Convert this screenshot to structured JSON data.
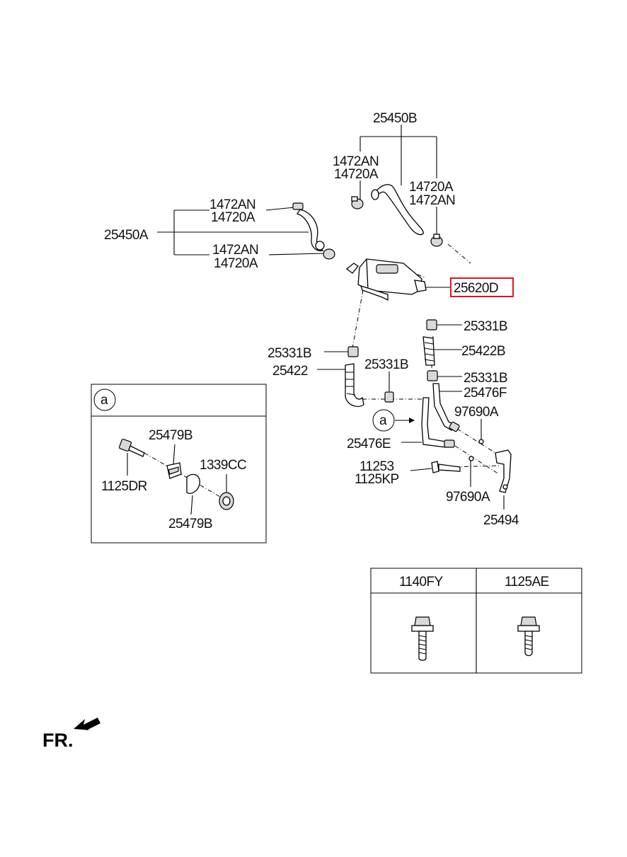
{
  "labels": {
    "l_25450B": "25450B",
    "l_1472AN_tl": "1472AN",
    "l_14720A_tl": "14720A",
    "l_14720A_tr": "14720A",
    "l_1472AN_tr": "1472AN",
    "l_1472AN_ml": "1472AN",
    "l_14720A_ml": "14720A",
    "l_25450A": "25450A",
    "l_1472AN_ll": "1472AN",
    "l_14720A_ll": "14720A",
    "l_25620D": "25620D",
    "l_25331B_r1": "25331B",
    "l_25422B": "25422B",
    "l_25331B_l": "25331B",
    "l_25422": "25422",
    "l_25331B_c": "25331B",
    "l_25331B_r2": "25331B",
    "l_25476F": "25476F",
    "l_97690A_t": "97690A",
    "l_a_ref": "a",
    "l_25476E": "25476E",
    "l_11253": "11253",
    "l_1125KP": "1125KP",
    "l_97690A_b": "97690A",
    "l_25494": "25494"
  },
  "detail_box": {
    "circle_label": "a",
    "l_25479B_t": "25479B",
    "l_1339CC": "1339CC",
    "l_1125DR": "1125DR",
    "l_25479B_b": "25479B"
  },
  "bolt_table": {
    "col1": "1140FY",
    "col2": "1125AE"
  },
  "front_marker": "FR.",
  "highlight_color": "#e0161b"
}
